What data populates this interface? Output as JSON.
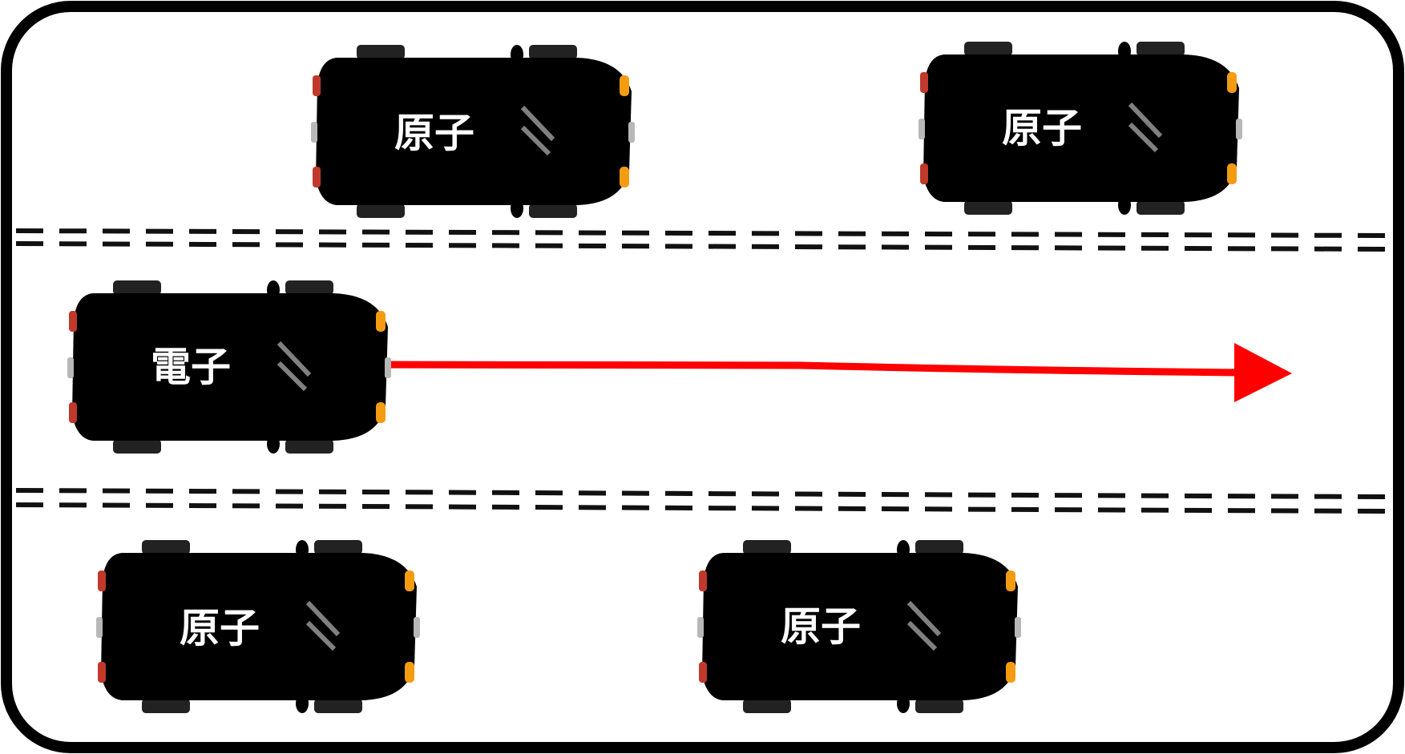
{
  "colors": {
    "atom_body": "#4a86c8",
    "atom_body_light": "#5b97d6",
    "atom_outline": "#1f4f86",
    "atom_glass": "#9fcdef",
    "electron_body": "#d9191c",
    "electron_outline": "#8e0a0c",
    "electron_glass": "#a9d3f2",
    "arrow": "#ff0000",
    "frame": "#000000",
    "lane_line": "#111111"
  },
  "cars": [
    {
      "id": "atom-top-left",
      "kind": "atom",
      "label": "原子"
    },
    {
      "id": "atom-top-right",
      "kind": "atom",
      "label": "原子"
    },
    {
      "id": "electron",
      "kind": "electron",
      "label": "電子"
    },
    {
      "id": "atom-bottom-left",
      "kind": "atom",
      "label": "原子"
    },
    {
      "id": "atom-bottom-right",
      "kind": "atom",
      "label": "原子"
    }
  ],
  "arrow": {
    "direction": "right"
  }
}
